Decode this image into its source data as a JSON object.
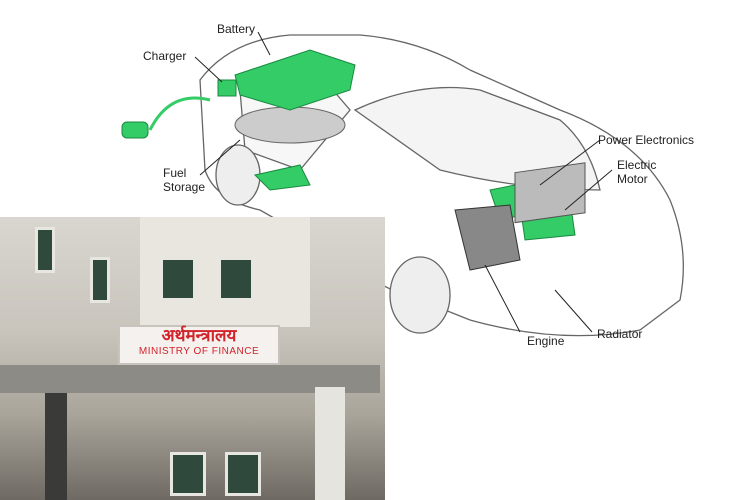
{
  "diagram": {
    "labels": {
      "battery": "Battery",
      "charger": "Charger",
      "fuel_storage_1": "Fuel",
      "fuel_storage_2": "Storage",
      "power_electronics": "Power Electronics",
      "electric_motor_1": "Electric",
      "electric_motor_2": "Motor",
      "engine": "Engine",
      "radiator": "Radiator"
    },
    "colors": {
      "component": "#33cc66",
      "outline": "#555555"
    }
  },
  "photo": {
    "sign_hindi": "अर्थमन्त्रालय",
    "sign_english": "MINISTRY OF FINANCE",
    "colors": {
      "sign_text": "#d2232a"
    }
  }
}
